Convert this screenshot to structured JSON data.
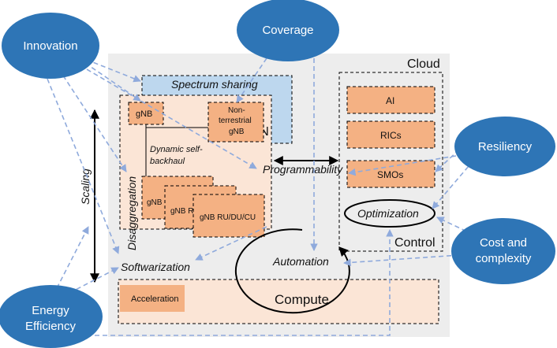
{
  "ovals": {
    "innovation": "Innovation",
    "coverage": "Coverage",
    "resiliency": "Resiliency",
    "cost_line1": "Cost and",
    "cost_line2": "complexity",
    "energy_line1": "Energy",
    "energy_line2": "Efficiency"
  },
  "cloud": {
    "label": "Cloud"
  },
  "spectrum_sharing": "Spectrum sharing",
  "ran": {
    "label": "RAN",
    "gnb": "gNB",
    "ntn_line1": "Non-",
    "ntn_line2": "terrestrial",
    "ntn_line3": "gNB",
    "backhaul_line1": "Dynamic self-",
    "backhaul_line2": "backhaul",
    "stack1": "gNB",
    "stack2": "gNB R",
    "stack3": "gNB RU/DU/CU"
  },
  "control": {
    "label": "Control",
    "ai": "AI",
    "rics": "RICs",
    "smos": "SMOs",
    "optimization": "Optimization"
  },
  "labels": {
    "programmability": "Programmability",
    "disaggregation": "Disaggregation",
    "scaling": "Scaling",
    "softwarization": "Softwarization",
    "automation": "Automation"
  },
  "bottom": {
    "acceleration": "Acceleration",
    "compute": "Compute"
  },
  "colors": {
    "oval": "#2E75B6",
    "peach": "#F4B183",
    "light_peach": "#FBE5D6",
    "gray_bg": "#EDEDED",
    "spectrum": "#BDD7EE",
    "dash_arrow": "#8FAADC"
  }
}
